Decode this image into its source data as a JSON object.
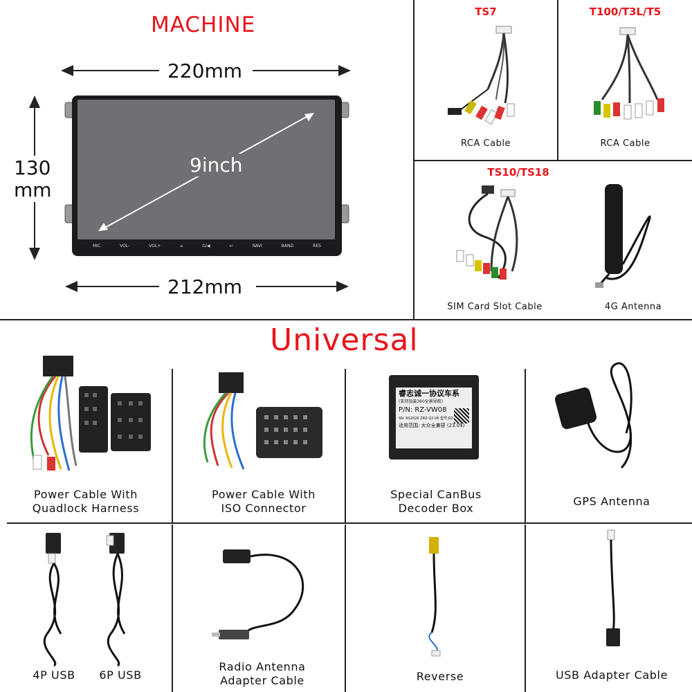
{
  "machine": {
    "title": "MACHINE",
    "width_top": "220mm",
    "width_bottom": "212mm",
    "height_line1": "130",
    "height_line2": "mm",
    "screen_size": "9inch",
    "button_labels": [
      "MIC",
      "VOL-",
      "VOL+",
      "⌂",
      "⏻/◀",
      "↩",
      "NAVI",
      "BAND",
      "RES"
    ]
  },
  "variants": [
    {
      "model": "TS7",
      "items": [
        {
          "caption": "RCA Cable"
        }
      ]
    },
    {
      "model": "T100/T3L/T5",
      "items": [
        {
          "caption": "RCA Cable"
        }
      ]
    },
    {
      "model": "TS10/TS18",
      "items": [
        {
          "caption": "SIM Card Slot Cable"
        },
        {
          "caption": "4G Antenna"
        }
      ]
    }
  ],
  "universal": {
    "title": "Universal",
    "row1": [
      {
        "line1": "Power Cable With",
        "line2": "Quadlock Harness"
      },
      {
        "line1": "Power Cable With",
        "line2": "ISO Connector"
      },
      {
        "line1": "Special CanBus",
        "line2": "Decoder Box"
      },
      {
        "line1": "GPS Antenna",
        "line2": ""
      }
    ],
    "row2": [
      {
        "line1": "4P USB",
        "line2": ""
      },
      {
        "line1": "6P USB",
        "line2": ""
      },
      {
        "line1": "Radio Antenna",
        "line2": "Adapter Cable"
      },
      {
        "line1": "Reverse",
        "line2": ""
      },
      {
        "line1": "USB Adapter Cable",
        "line2": ""
      }
    ],
    "decoder_label": {
      "brand": "睿志诚一协议车系",
      "sub": "(支持加装360全景导航)",
      "part": "P/N: RZ-VW08",
      "meta": "SN: RS2026 ZRZ-Q2-V6  型号:RZ-VW08",
      "scope": "适用范围: 大众全兼容",
      "date": "(23.09)"
    }
  },
  "colors": {
    "accent_red": "#e8141b",
    "border": "#222222",
    "screen": "#6f6f74"
  }
}
